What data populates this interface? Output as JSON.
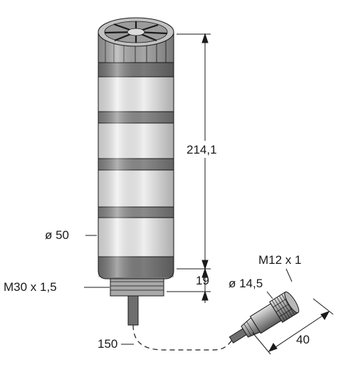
{
  "dimensions": {
    "height": "214,1",
    "diameter": "ø 50",
    "base_height": "19",
    "thread": "M30 x 1,5",
    "cable_length": "150",
    "connector_thread": "M12 x 1",
    "connector_diameter": "ø 14,5",
    "connector_length": "40"
  },
  "colors": {
    "dark_ring": "#8a8a8a",
    "light_ring": "#ececec",
    "cap": "#b4b4b4",
    "outline": "#1a1a1a"
  }
}
